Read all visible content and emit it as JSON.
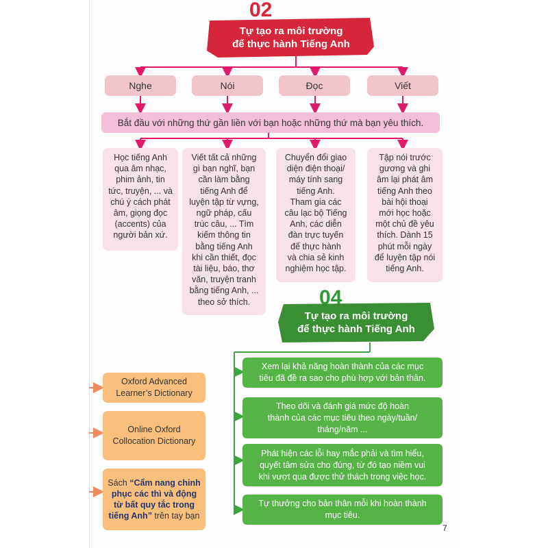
{
  "section02": {
    "number": "02",
    "title_line1": "Tự tạo ra môi trường",
    "title_line2": "để thực hành Tiếng Anh",
    "skills": [
      "Nghe",
      "Nói",
      "Đọc",
      "Viết"
    ],
    "intro": "Bắt đầu với những thứ gần liền với bạn hoặc những thứ mà bạn yêu thích.",
    "tips": [
      [
        "Học tiếng Anh",
        "qua âm nhạc,",
        "phim ảnh, tin",
        "tức, truyện, ... và",
        "chú ý cách phát",
        "âm, giọng đọc",
        "(accents) của",
        "người bản xứ."
      ],
      [
        "Viết tất cả những",
        "gì bạn nghĩ, bạn",
        "cần làm bằng",
        "tiếng Anh để",
        "luyện tập từ vựng,",
        "ngữ pháp, cấu",
        "trúc câu, ... Tìm",
        "kiếm thông tin",
        "bằng tiếng Anh",
        "khi cần thiết, đọc",
        "tài liệu, báo, thơ",
        "văn, truyện tranh",
        "bằng tiếng Anh, ...",
        "theo sở thích."
      ],
      [
        "Chuyển đổi giao",
        "diện điện thoại/",
        "máy tính sang",
        "tiếng Anh.",
        "Tham gia các",
        "câu lạc bộ Tiếng",
        "Anh, các diễn",
        "đàn trực tuyến",
        "để thực hành",
        "và chia sẻ kinh",
        "nghiệm học tập."
      ],
      [
        "Tập nói trước",
        "gương và ghi",
        "âm lại phát âm",
        "tiếng Anh theo",
        "bài hội thoại",
        "mới học hoặc",
        "một chủ đề yêu",
        "thích. Dành 15",
        "phút mỗi ngày",
        "để luyện tập nói",
        "tiếng Anh."
      ]
    ]
  },
  "section04": {
    "number": "04",
    "title_line1": "Tự tạo ra môi trường",
    "title_line2": "để thực hành Tiếng Anh",
    "steps": [
      [
        "Xem lại khả năng hoàn thành của các mục",
        "tiêu đã đề ra sao cho phù hợp với bản thân."
      ],
      [
        "Theo dõi và đánh giá mức độ hoàn",
        "thành của các mục tiêu theo ngày/tuần/",
        "tháng/năm ..."
      ],
      [
        "Phát hiện các lỗi hay mắc phải và tìm hiểu,",
        "quyết tâm sửa cho đúng, từ đó tạo niềm vui",
        "khi vượt qua được thử thách trong việc học."
      ],
      [
        "Tự thưởng cho bản thân mỗi khi hoàn thành",
        "mục tiêu."
      ]
    ]
  },
  "resources": {
    "item1": [
      "Oxford Advanced",
      "Learner’s Dictionary"
    ],
    "item2": [
      "Online Oxford",
      "Collocation Dictionary"
    ],
    "item3_prefix": "Sách ",
    "item3_bold": "“Cẩm nang chinh phục các thì và động từ bất quy tắc trong tiếng Anh”",
    "item3_suffix": " trên tay bạn"
  },
  "page_number": "7",
  "colors": {
    "red_banner": "#d6263a",
    "green_banner": "#3a8f35",
    "magenta_line": "#e0196b",
    "green_line": "#3aa63b",
    "orange_arrow": "#f08a5d"
  }
}
